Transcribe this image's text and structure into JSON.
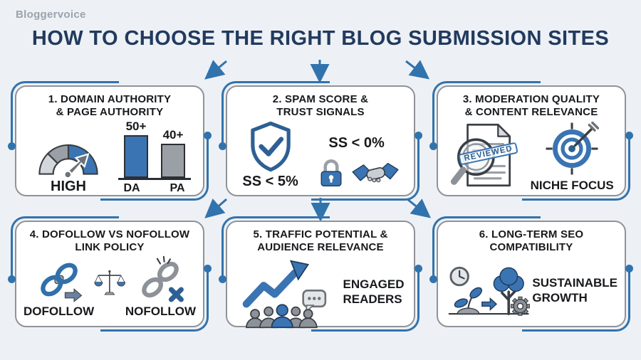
{
  "page": {
    "logo": "Bloggervoice",
    "title": "HOW TO CHOOSE THE RIGHT BLOG SUBMISSION SITES"
  },
  "colors": {
    "background": "#edf1f5",
    "accent_blue": "#3173ad",
    "icon_blue": "#3a74b2",
    "title_navy": "#223a5e",
    "box_border_gray": "#8f9399"
  },
  "boxes": [
    {
      "title_line1": "1. DOMAIN AUTHORITY",
      "title_line2": "& PAGE AUTHORITY",
      "gauge_label": "HIGH",
      "bars": [
        {
          "value": "50+",
          "label": "DA"
        },
        {
          "value": "40+",
          "label": "PA"
        }
      ]
    },
    {
      "title_line1": "2. SPAM SCORE &",
      "title_line2": "TRUST SIGNALS",
      "shield_label": "SS < 5%",
      "trust_label": "SS < 0%"
    },
    {
      "title_line1": "3. MODERATION QUALITY",
      "title_line2": "& CONTENT RELEVANCE",
      "stamp": "REVIEWED",
      "target_label": "NICHE FOCUS"
    },
    {
      "title_line1": "4. DOFOLLOW VS NOFOLLOW",
      "title_line2": "LINK POLICY",
      "left_label": "DOFOLLOW",
      "right_label": "NOFOLLOW"
    },
    {
      "title_line1": "5. TRAFFIC POTENTIAL &",
      "title_line2": "AUDIENCE RELEVANCE",
      "label_line1": "ENGAGED",
      "label_line2": "READERS"
    },
    {
      "title_line1": "6. LONG-TERM SEO",
      "title_line2": "COMPATIBILITY",
      "label_line1": "SUSTAINABLE",
      "label_line2": "GROWTH"
    }
  ]
}
